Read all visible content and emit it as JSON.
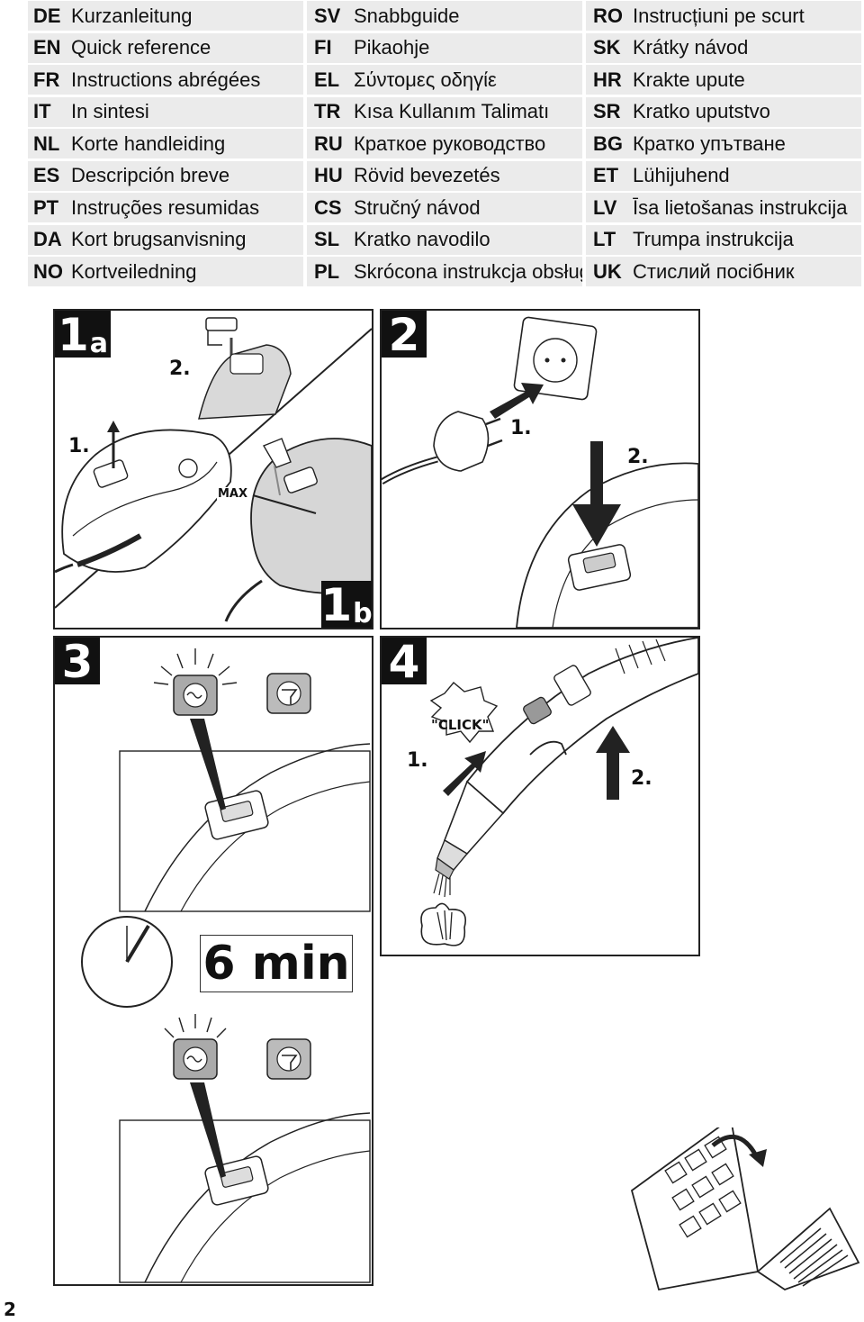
{
  "languages": [
    [
      {
        "code": "DE",
        "name": "Kurzanleitung"
      },
      {
        "code": "SV",
        "name": "Snabbguide"
      },
      {
        "code": "RO",
        "name": "Instrucțiuni pe scurt"
      }
    ],
    [
      {
        "code": "EN",
        "name": "Quick reference"
      },
      {
        "code": "FI",
        "name": "Pikaohje"
      },
      {
        "code": "SK",
        "name": "Krátky návod"
      }
    ],
    [
      {
        "code": "FR",
        "name": "Instructions abrégées"
      },
      {
        "code": "EL",
        "name": "Σύντομες οδηγίε"
      },
      {
        "code": "HR",
        "name": "Krakte upute"
      }
    ],
    [
      {
        "code": "IT",
        "name": "In sintesi"
      },
      {
        "code": "TR",
        "name": "Kısa Kullanım Talimatı"
      },
      {
        "code": "SR",
        "name": "Kratko uputstvo"
      }
    ],
    [
      {
        "code": "NL",
        "name": "Korte handleiding"
      },
      {
        "code": "RU",
        "name": "Краткое руководство"
      },
      {
        "code": "BG",
        "name": "Кратко упътване"
      }
    ],
    [
      {
        "code": "ES",
        "name": "Descripción breve"
      },
      {
        "code": "HU",
        "name": "Rövid bevezetés"
      },
      {
        "code": "ET",
        "name": "Lühijuhend"
      }
    ],
    [
      {
        "code": "PT",
        "name": "Instruções resumidas"
      },
      {
        "code": "CS",
        "name": "Stručný návod"
      },
      {
        "code": "LV",
        "name": "Īsa lietošanas instrukcija"
      }
    ],
    [
      {
        "code": "DA",
        "name": "Kort brugsanvisning"
      },
      {
        "code": "SL",
        "name": "Kratko navodilo"
      },
      {
        "code": "LT",
        "name": "Trumpa instrukcija"
      }
    ],
    [
      {
        "code": "NO",
        "name": "Kortveiledning"
      },
      {
        "code": "PL",
        "name": "Skrócona instrukcja obsługi"
      },
      {
        "code": "UK",
        "name": "Стислий посібник"
      }
    ]
  ],
  "steps": {
    "s1a": {
      "num": "1",
      "suffix": "a",
      "label1": "1.",
      "label2": "2.",
      "max": "MAX"
    },
    "s1b": {
      "num": "1",
      "suffix": "b"
    },
    "s2": {
      "num": "2",
      "label1": "1.",
      "label2": "2."
    },
    "s3": {
      "num": "3",
      "duration": "6 min"
    },
    "s4": {
      "num": "4",
      "click": "\"CLICK\"",
      "label1": "1.",
      "label2": "2."
    }
  },
  "page_number": "2"
}
